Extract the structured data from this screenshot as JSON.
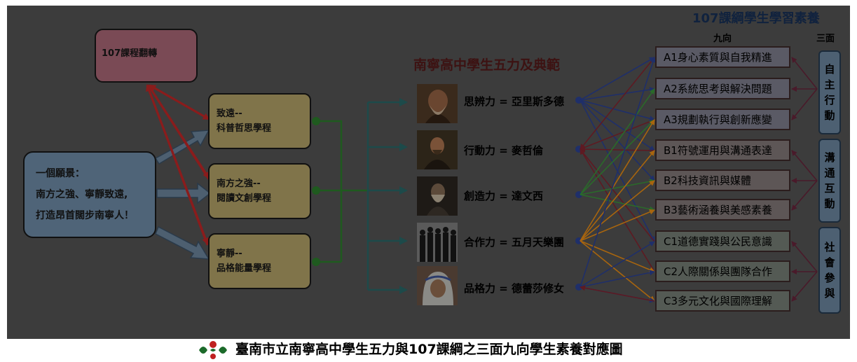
{
  "header": {
    "title": "107課綱學生學習素養",
    "col_nine": "九向",
    "col_three": "三面"
  },
  "top_box": {
    "label": "107課程翻轉"
  },
  "vision": {
    "line1": "一個願景：",
    "line2": "南方之強、寧靜致遠,",
    "line3": "打造昂首闊步南寧人！"
  },
  "courses": [
    {
      "line1": "致遠--",
      "line2": "科普哲思學程"
    },
    {
      "line1": "南方之強--",
      "line2": "閱讀文創學程"
    },
    {
      "line1": "寧靜--",
      "line2": "品格能量學程"
    }
  ],
  "powers_title": "南寧高中學生五力及典範",
  "powers": [
    {
      "label": "思辨力 = 亞里斯多德",
      "icon": "aristotle-portrait-icon"
    },
    {
      "label": "行動力 = 麥哲倫",
      "icon": "magellan-portrait-icon"
    },
    {
      "label": "創造力 = 達文西",
      "icon": "da-vinci-portrait-icon"
    },
    {
      "label": "合作力 = 五月天樂團",
      "icon": "mayday-band-icon"
    },
    {
      "label": "品格力 = 德蕾莎修女",
      "icon": "mother-teresa-portrait-icon"
    }
  ],
  "literacies": [
    "A1身心素質與自我精進",
    "A2系統思考與解決問題",
    "A3規劃執行與創新應變",
    "B1符號運用與溝通表達",
    "B2科技資訊與媒體",
    "B3藝術涵養與美感素養",
    "C1道德實踐與公民意識",
    "C2人際關係與團隊合作",
    "C3多元文化與國際理解"
  ],
  "dimensions": [
    {
      "chars": [
        "自",
        "主",
        "行",
        "動"
      ]
    },
    {
      "chars": [
        "溝",
        "通",
        "互",
        "動"
      ]
    },
    {
      "chars": [
        "社",
        "會",
        "參",
        "與"
      ]
    }
  ],
  "footer": {
    "caption": "臺南市立南寧高中學生五力與107課綱之三面九向學生素養對應圖"
  },
  "colors": {
    "canvas": "#3c3c3c",
    "red_arrow": "#8a1c1c",
    "green_line": "#1f5a1f",
    "teal_arrow": "#1d4a4a",
    "blue_link": "#1f2f6a",
    "orange_link": "#a8650e",
    "dim_arrow": "#4a1a2a"
  }
}
